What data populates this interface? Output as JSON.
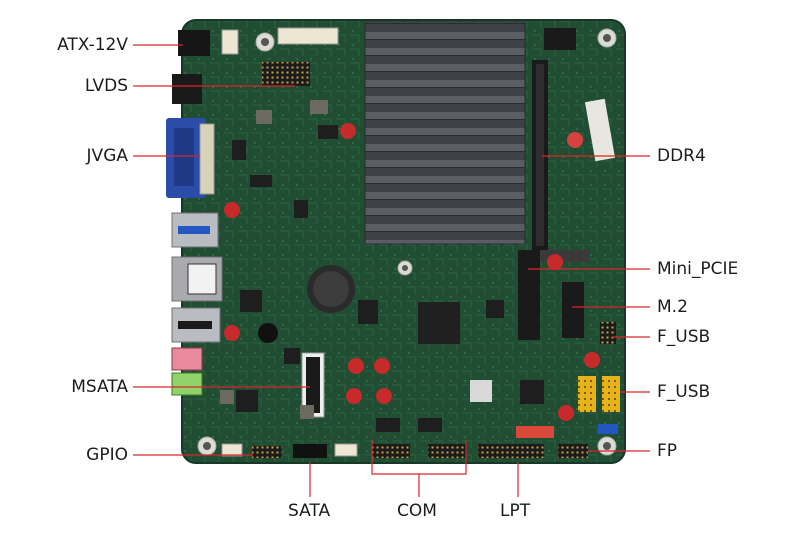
{
  "labels": {
    "atx12v": "ATX-12V",
    "lvds": "LVDS",
    "jvga": "JVGA",
    "msata": "MSATA",
    "gpio": "GPIO",
    "sata": "SATA",
    "com": "COM",
    "lpt": "LPT",
    "ddr4": "DDR4",
    "mini_pcie": "Mini_PCIE",
    "m2": "M.2",
    "f_usb_1": "F_USB",
    "f_usb_2": "F_USB",
    "fp": "FP"
  },
  "colors": {
    "pcb": "#1f4a30",
    "label_text": "#1c1c1c",
    "leader_line": "#d9262b",
    "heatsink": "#4a4d52",
    "header_yellow": "#e8b21b"
  }
}
